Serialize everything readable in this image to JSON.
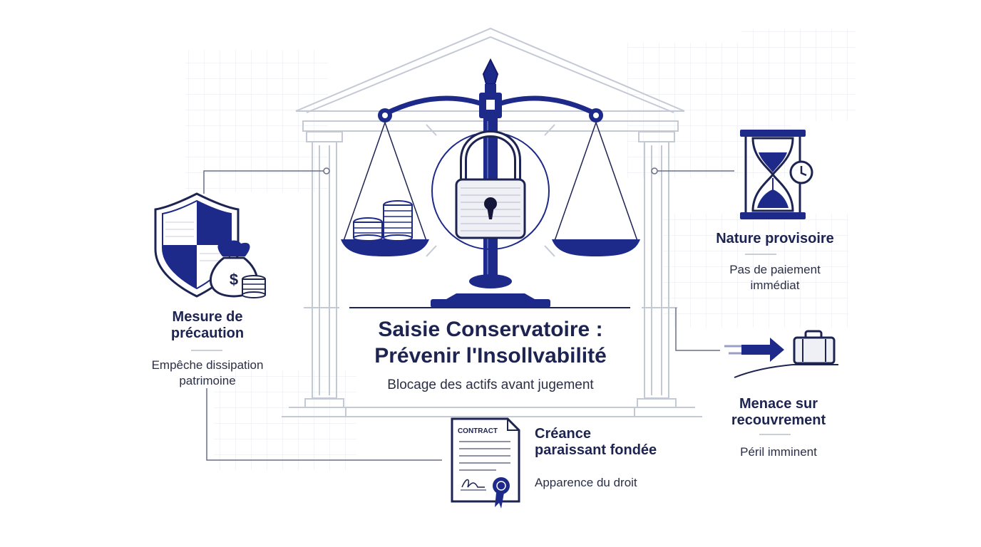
{
  "title": {
    "line1": "Saisie Conservatoire :",
    "line2": "Prévenir l'Insollvabilité",
    "subtitle": "Blocage des actifs avant jugement"
  },
  "nodes": {
    "precaution": {
      "heading_line1": "Mesure de",
      "heading_line2": "précaution",
      "desc_line1": "Empêche dissipation",
      "desc_line2": "patrimoine"
    },
    "provisoire": {
      "heading": "Nature provisoire",
      "desc_line1": "Pas de paiement",
      "desc_line2": "immédiat"
    },
    "menace": {
      "heading_line1": "Menace sur",
      "heading_line2": "recouvrement",
      "desc": "Péril imminent"
    },
    "creance": {
      "heading_line1": "Créance",
      "heading_line2": "paraissant fondée",
      "desc": "Apparence du droit"
    }
  },
  "icons": {
    "contract_label": "CONTRACT",
    "dollar_sign": "$"
  },
  "colors": {
    "navy": "#1e2a8a",
    "dark_text": "#1e2452",
    "outline": "#c4c9d6",
    "grid": "#e7e9ef"
  }
}
